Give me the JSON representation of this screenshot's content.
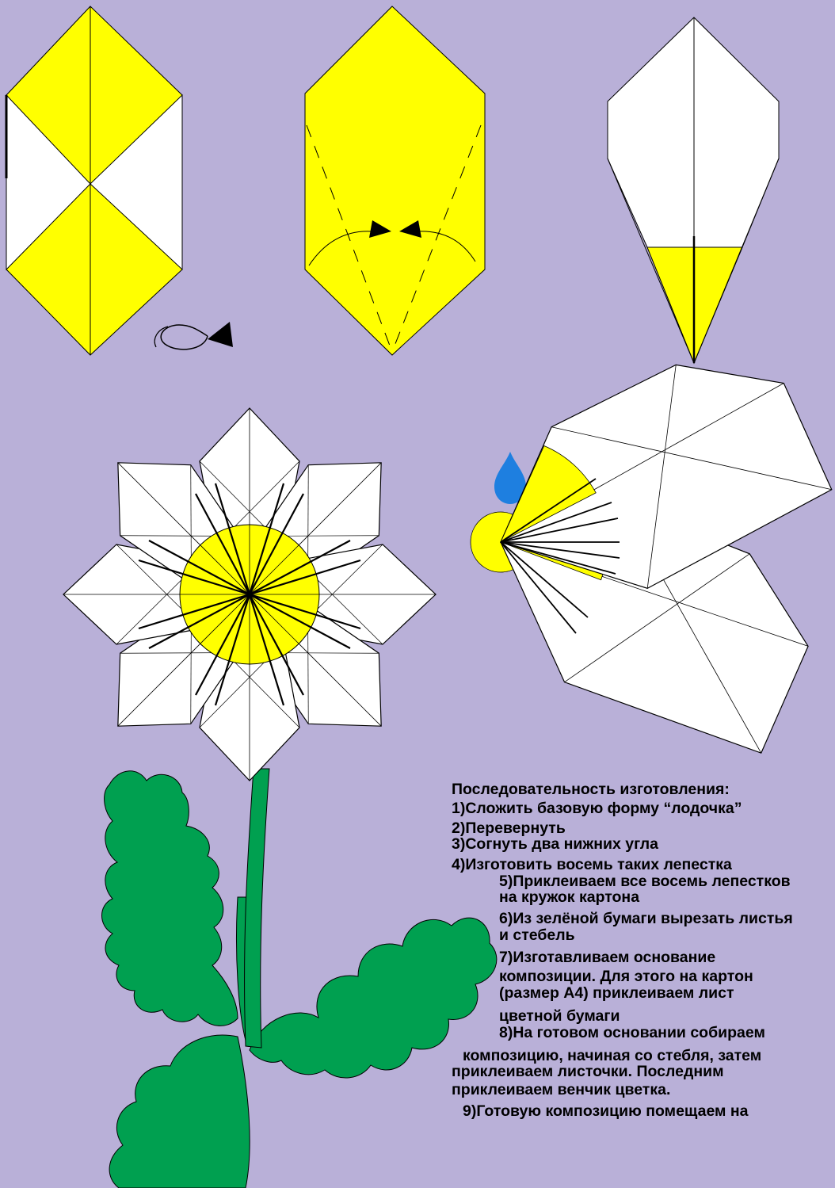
{
  "colors": {
    "background": "#b9b0d8",
    "paper_yellow": "#ffff00",
    "paper_white": "#ffffff",
    "stem_green": "#00a050",
    "drop_blue": "#1e7fe0",
    "line": "#000000"
  },
  "icons": [
    "rotate-arrow-icon",
    "fold-arrow-icon",
    "glue-drop-icon"
  ],
  "instructions": {
    "title": "Последовательность изготовления:",
    "step1": "1)Сложить базовую форму “лодочка”",
    "step2": "2)Перевернуть",
    "step3": "3)Согнуть два нижних угла",
    "step4": "4)Изготовить восемь таких лепестка",
    "step5a": "5)Приклеиваем все восемь лепестков",
    "step5b": "на кружок картона",
    "step6a": "6)Из зелёной бумаги вырезать листья",
    "step6b": "и стебель",
    "step7a": "7)Изготавливаем основание",
    "step7b": "композиции. Для этого на картон",
    "step7c": "(размер А4) приклеиваем лист",
    "step7d": "цветной бумаги",
    "step8a": "8)На готовом основании собираем",
    "step8b": "композицию, начиная со стебля, затем",
    "step8c": "приклеиваем листочки. Последним",
    "step8d": "приклеиваем венчик цветка.",
    "step9": "9)Готовую композицию помещаем на"
  }
}
